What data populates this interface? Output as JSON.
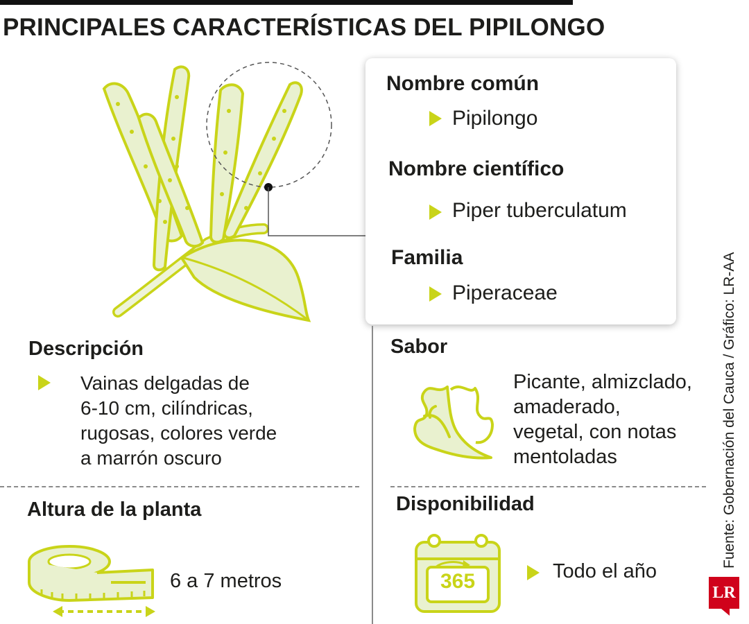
{
  "title": "PRINCIPALES CARACTERÍSTICAS DEL PIPILONGO",
  "card": {
    "common_name_label": "Nombre común",
    "common_name_value": "Pipilongo",
    "scientific_name_label": "Nombre científico",
    "scientific_name_value": "Piper tuberculatum",
    "family_label": "Familia",
    "family_value": "Piperaceae"
  },
  "description": {
    "label": "Descripción",
    "lines": [
      "Vainas delgadas de",
      "6-10 cm, cilíndricas,",
      "rugosas, colores verde",
      "a marrón oscuro"
    ]
  },
  "flavor": {
    "label": "Sabor",
    "lines": [
      "Picante, almizclado,",
      "amaderado,",
      "vegetal, con notas",
      "mentoladas"
    ]
  },
  "height": {
    "label": "Altura de la planta",
    "value": "6 a 7 metros"
  },
  "availability": {
    "label": "Disponibilidad",
    "value": "Todo el año",
    "calendar_number": "365"
  },
  "source": "Fuente: Gobernación del Cauca / Gráfico: LR-AA",
  "logo": "LR",
  "icons": [
    "pipilongo-plant-illustration",
    "chili-fire-icon",
    "tape-measure-icon",
    "calendar-365-icon"
  ],
  "colors": {
    "accent": "#c9d419",
    "accent_fill": "#e9f1cf",
    "text": "#1d1d1b",
    "logo": "#d0021b"
  }
}
